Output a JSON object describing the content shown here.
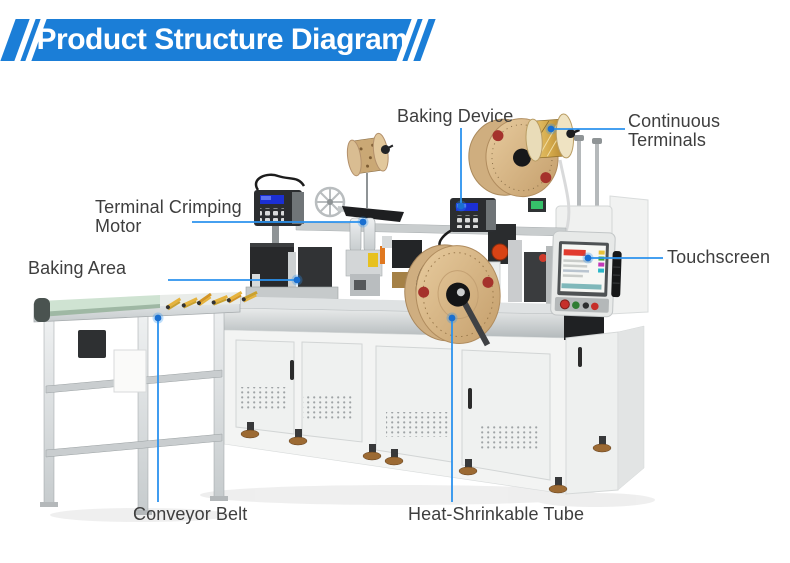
{
  "banner": {
    "title": "Product Structure Diagram",
    "bg_color": "#1b7ed7",
    "text_color": "#ffffff"
  },
  "callouts": {
    "baking_device": "Baking Device",
    "continuous_terminals": "Continuous Terminals",
    "terminal_crimping_motor": "Terminal Crimping Motor",
    "baking_area": "Baking Area",
    "touchscreen": "Touchscreen",
    "conveyor_belt": "Conveyor Belt",
    "heat_shrinkable_tube": "Heat-Shrinkable Tube"
  },
  "colors": {
    "leader_line": "#2b92ee",
    "leader_dot": "#1a6fd0",
    "label_text": "#3e3e3e",
    "reel_tan": "#d9b98c",
    "belt_green": "#cfe3d2",
    "machine_body": "#f3f4f3"
  }
}
